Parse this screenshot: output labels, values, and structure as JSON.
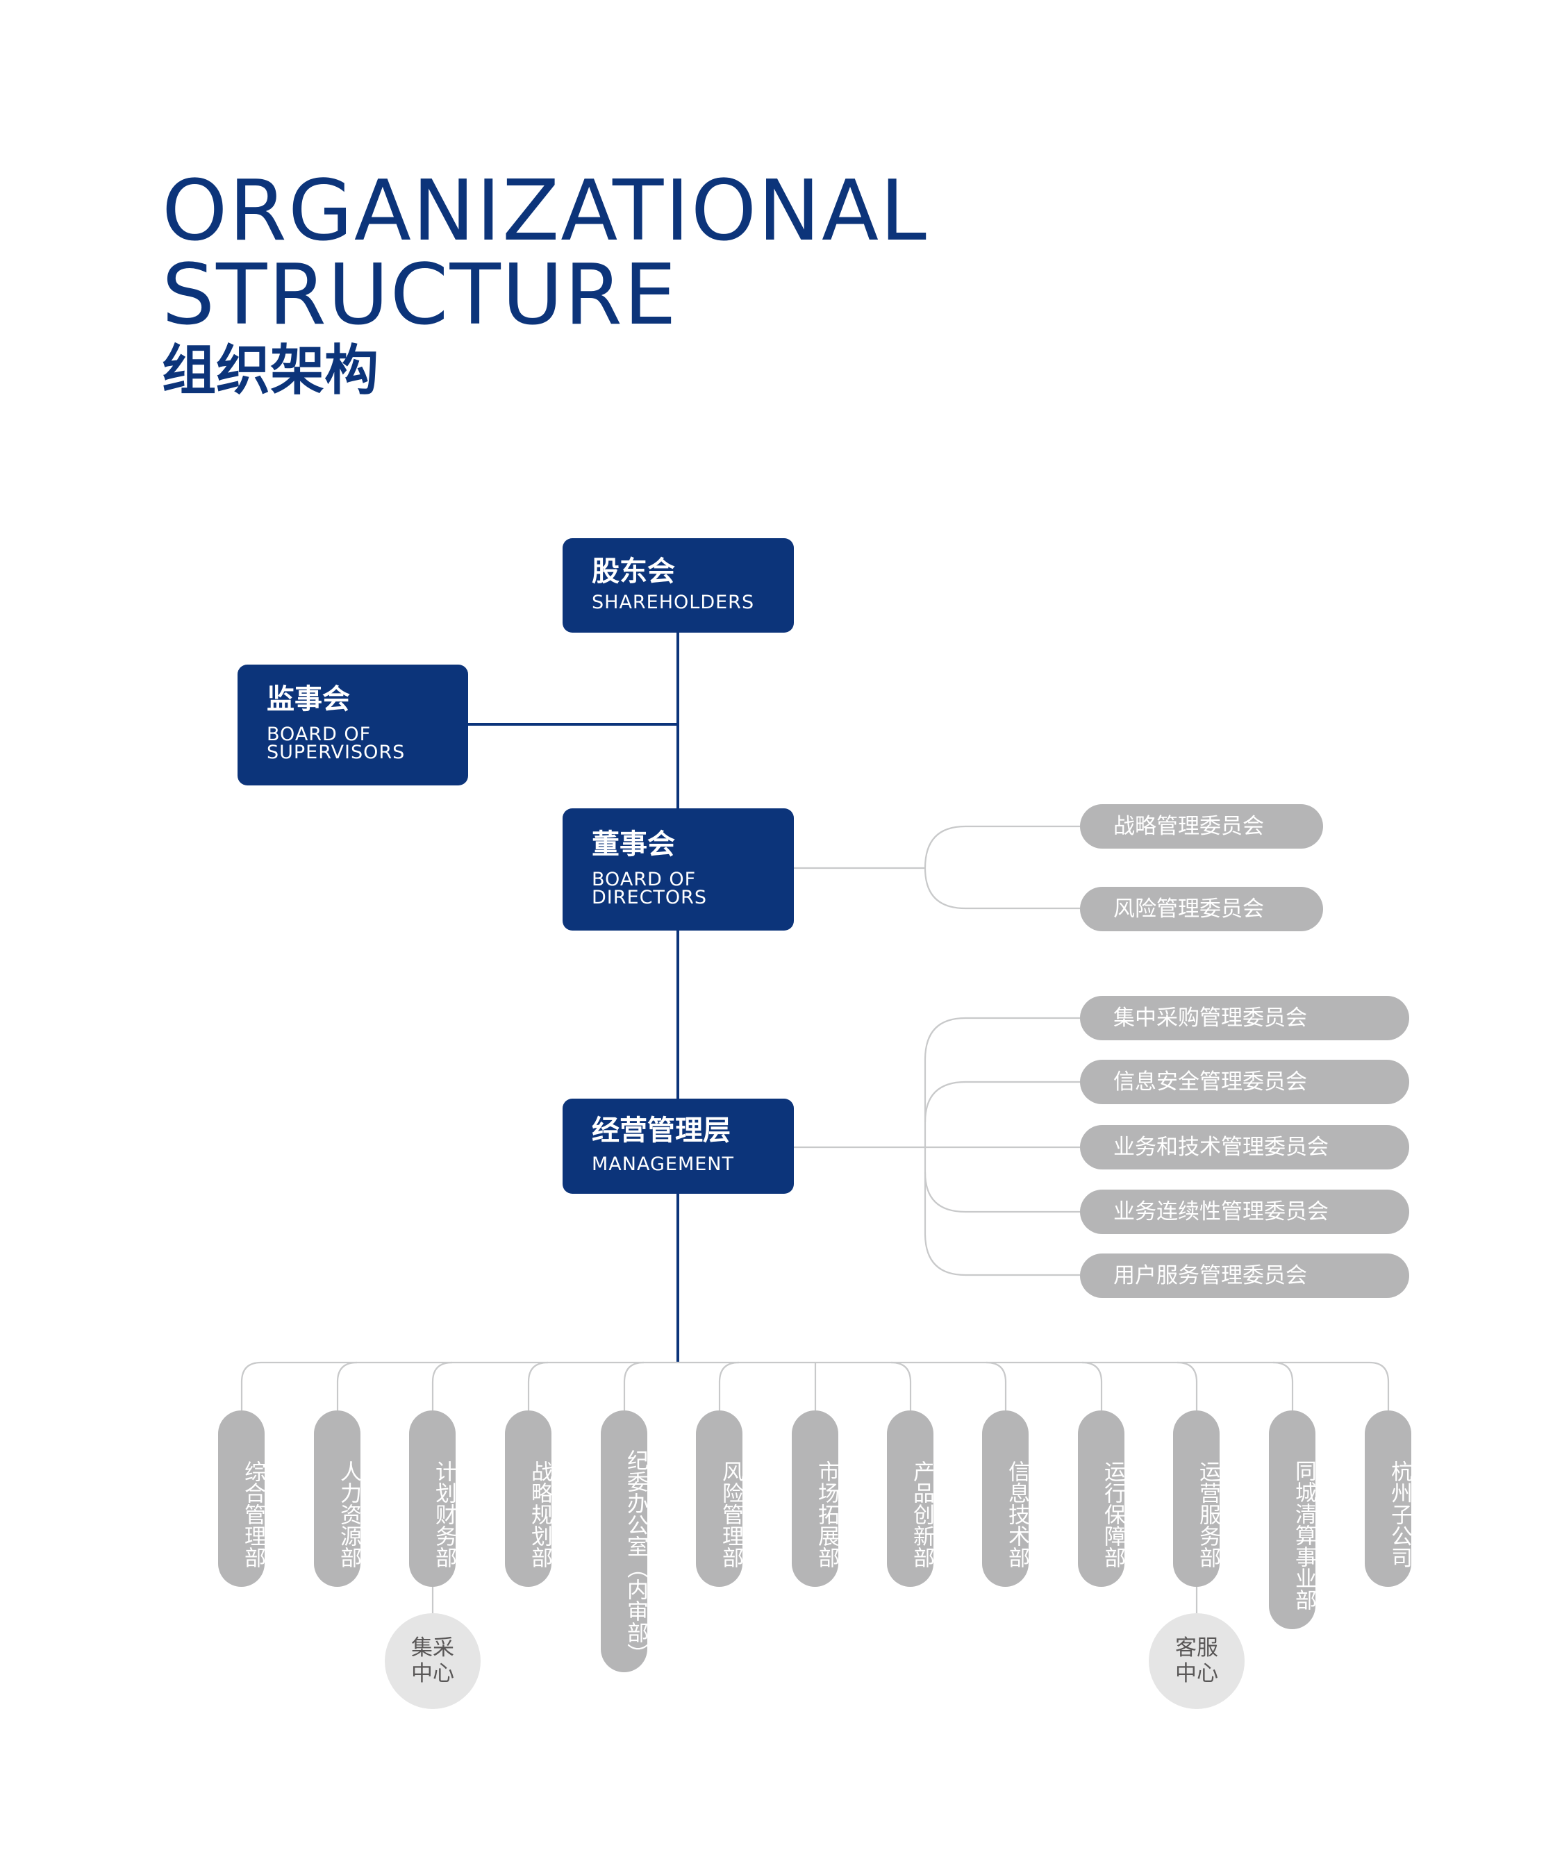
{
  "header": {
    "title_line_1": "ORGANIZATIONAL",
    "title_line_2": "STRUCTURE",
    "title_zh": "组织架构"
  },
  "colors": {
    "primary": "#0c347a",
    "pill": "#b5b5b6",
    "connector": "#c8c9ca",
    "sub_unit": "#e5e5e5",
    "sub_unit_text": "#595757"
  },
  "nodes": {
    "shareholders": {
      "zh": "股东会",
      "en": "SHAREHOLDERS"
    },
    "supervisors": {
      "zh": "监事会",
      "en": "BOARD OF\nSUPERVISORS"
    },
    "directors": {
      "zh": "董事会",
      "en": "BOARD OF\nDIRECTORS"
    },
    "management": {
      "zh": "经营管理层",
      "en": "MANAGEMENT"
    }
  },
  "board_committees": [
    "战略管理委员会",
    "风险管理委员会"
  ],
  "management_committees": [
    "集中采购管理委员会",
    "信息安全管理委员会",
    "业务和技术管理委员会",
    "业务连续性管理委员会",
    "用户服务管理委员会"
  ],
  "departments": [
    "综合管理部",
    "人力资源部",
    "计划财务部",
    "战略规划部",
    "纪委办公室（内审部）",
    "风险管理部",
    "市场拓展部",
    "产品创新部",
    "信息技术部",
    "运行保障部",
    "运营服务部",
    "同城清算事业部",
    "杭州子公司"
  ],
  "sub_units": {
    "procurement_center": "集采\n中心",
    "customer_service_center": "客服\n中心"
  }
}
